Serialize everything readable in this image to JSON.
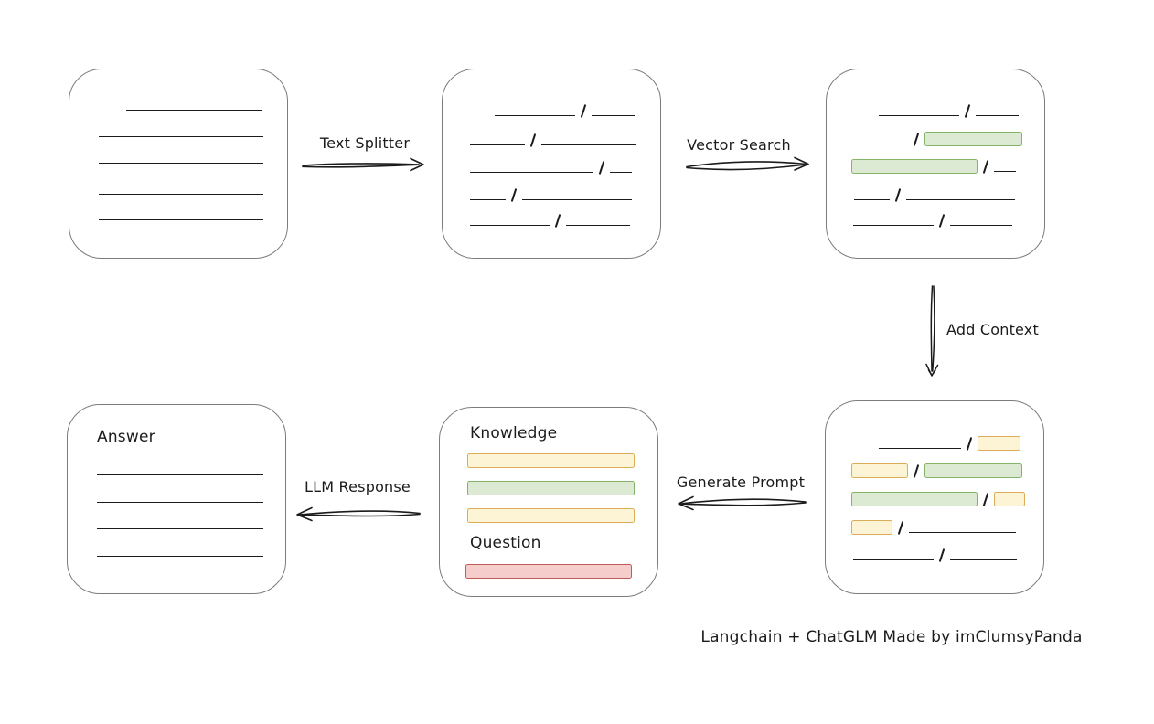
{
  "arrows": {
    "text_splitter": "Text Splitter",
    "vector_search": "Vector Search",
    "add_context": "Add Context",
    "generate_prompt": "Generate Prompt",
    "llm_response": "LLM Response"
  },
  "nodes": {
    "answer_label": "Answer",
    "knowledge_label": "Knowledge",
    "question_label": "Question"
  },
  "footer": {
    "credit": "Langchain + ChatGLM Made by imClumsyPanda"
  },
  "colors": {
    "ink": "#1b1b1b",
    "box-border": "#7c7c7c",
    "green-fill": "#dcead4",
    "green-border": "#84b467",
    "yellow-fill": "#fdf3d5",
    "yellow-border": "#dcad56",
    "red-fill": "#f5cdcb",
    "red-border": "#c05c57"
  }
}
